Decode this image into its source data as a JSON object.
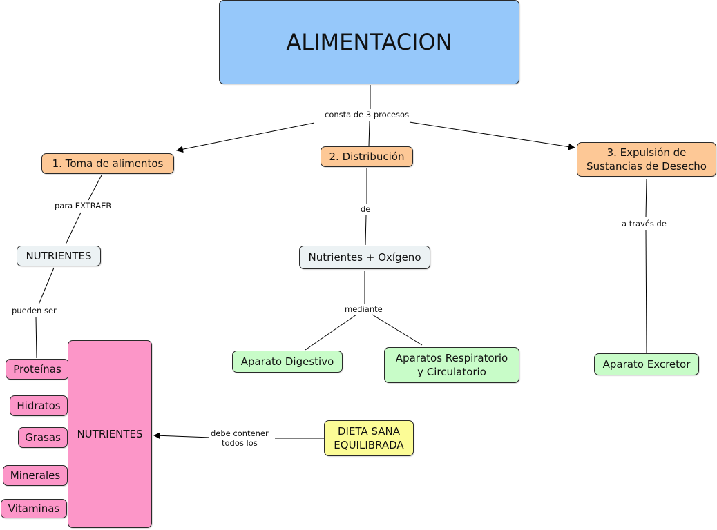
{
  "colors": {
    "root": "#96c8fa",
    "process": "#fdc896",
    "concept": "#ecf2f4",
    "organ": "#c8fcc8",
    "nutrient": "#fc96c8",
    "diet": "#fcfc96",
    "line": "#000000"
  },
  "nodes": {
    "root": "ALIMENTACION",
    "proc1": "1. Toma de alimentos",
    "proc2": "2. Distribución",
    "proc3": "3. Expulsión de\nSustancias de Desecho",
    "nutrientes_small": "NUTRIENTES",
    "nutrientes_oxigeno": "Nutrientes + Oxígeno",
    "aparato_digestivo": "Aparato Digestivo",
    "aparatos_resp_circ": "Aparatos Respiratorio\ny Circulatorio",
    "aparato_excretor": "Aparato Excretor",
    "nutrientes_big": "NUTRIENTES",
    "dieta": "DIETA SANA\nEQUILIBRADA",
    "nutrient_list": [
      "Proteínas",
      "Hidratos",
      "Grasas",
      "Minerales",
      "Vitaminas"
    ]
  },
  "link_labels": {
    "consta": "consta de 3 procesos",
    "para_extraer": "para EXTRAER",
    "pueden_ser": "pueden ser",
    "de": "de",
    "mediante": "mediante",
    "a_traves": "a través de",
    "debe_contener": "debe contener\ntodos los"
  }
}
